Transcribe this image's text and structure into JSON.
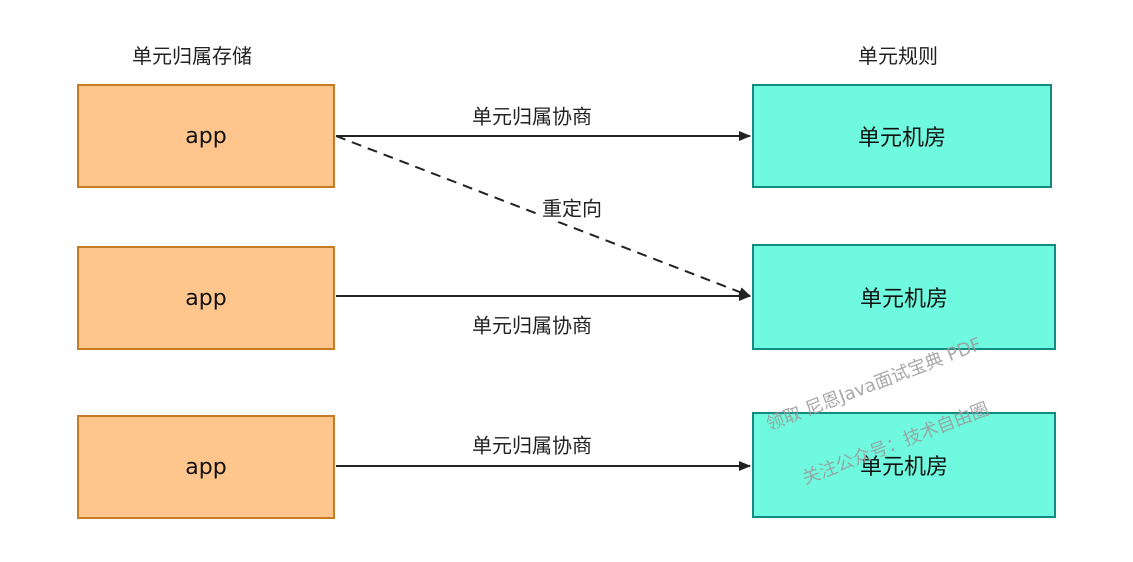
{
  "headings": {
    "left": "单元归属存储",
    "right": "单元规则"
  },
  "apps": [
    {
      "label": "app"
    },
    {
      "label": "app"
    },
    {
      "label": "app"
    }
  ],
  "rooms": [
    {
      "label": "单元机房"
    },
    {
      "label": "单元机房"
    },
    {
      "label": "单元机房"
    }
  ],
  "edges": [
    {
      "label": "单元归属协商",
      "style": "solid"
    },
    {
      "label": "重定向",
      "style": "dashed"
    },
    {
      "label": "单元归属协商",
      "style": "solid"
    },
    {
      "label": "单元归属协商",
      "style": "solid"
    }
  ],
  "watermark": {
    "line1": "领取 尼恩Java面试宝典 PDF",
    "line2": "关注公众号：技术自由圈"
  },
  "colors": {
    "app_fill": "#fec58c",
    "app_border": "#c77b23",
    "room_fill": "#6ffadf",
    "room_border": "#168a7e",
    "edge": "#222222"
  }
}
